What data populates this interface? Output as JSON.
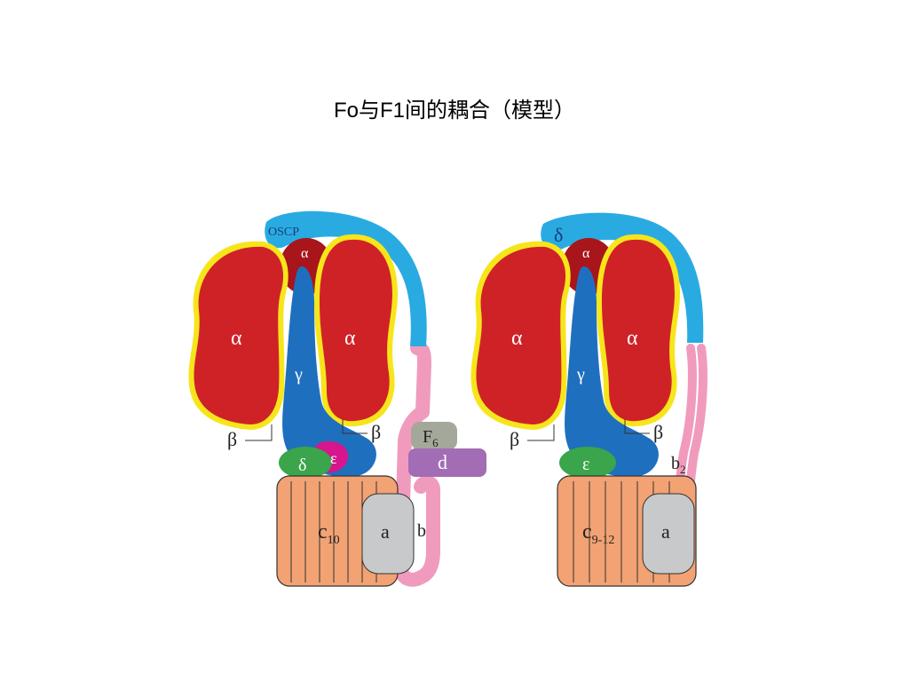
{
  "slide": {
    "title": "Fo与F1间的耦合（模型）"
  },
  "colors": {
    "alpha": "#cf2227",
    "alpha_dark": "#a8151b",
    "yellow": "#f7e51b",
    "gamma": "#1f6fbf",
    "oscp": "#29abe2",
    "green": "#3aa54a",
    "magenta": "#d6168c",
    "c_ring": "#f2a273",
    "a_sub": "#c8c9ca",
    "b_sub": "#f09bbd",
    "f6": "#a3a89b",
    "d_sub": "#a26db4"
  },
  "left_model": {
    "oscp": "OSCP",
    "alpha_top": "α",
    "alpha_left": "α",
    "alpha_right": "α",
    "gamma": "γ",
    "beta_left": "β",
    "beta_right": "β",
    "delta": "δ",
    "epsilon": "ε",
    "f6": "F",
    "f6_sub": "6",
    "d": "d",
    "c": "c",
    "c_sub": "10",
    "a": "a",
    "b": "b"
  },
  "right_model": {
    "delta_top": "δ",
    "alpha_top": "α",
    "alpha_left": "α",
    "alpha_right": "α",
    "gamma": "γ",
    "beta_left": "β",
    "beta_right": "β",
    "epsilon": "ε",
    "b2": "b",
    "b2_sub": "2",
    "c": "c",
    "c_sub": "9-12",
    "a": "a"
  }
}
